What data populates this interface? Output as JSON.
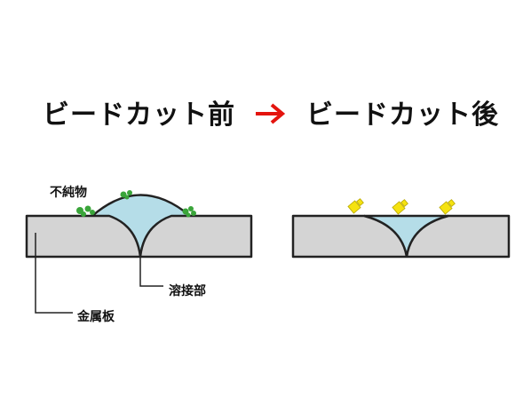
{
  "titles": {
    "before": "ビードカット前",
    "after": "ビードカット後"
  },
  "labels": {
    "impurity": "不純物",
    "weld": "溶接部",
    "base_metal": "金属板"
  },
  "colors": {
    "arrow": "#e4140e",
    "plate": "#d4d4d4",
    "weld_bead": "#b5dde8",
    "impurity_green": "#3aa53a",
    "cut_chip_yellow": "#f5e210",
    "outline": "#222222"
  }
}
